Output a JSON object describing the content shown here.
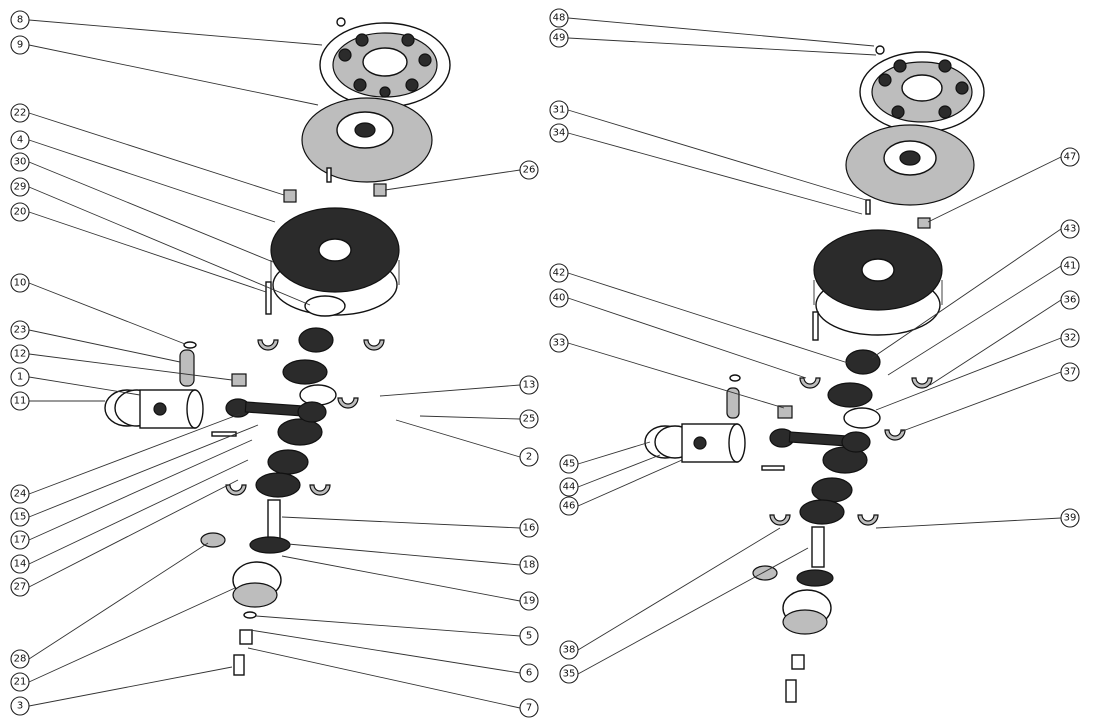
{
  "diagram": {
    "left_callouts": [
      "8",
      "9",
      "22",
      "4",
      "30",
      "29",
      "20",
      "10",
      "23",
      "12",
      "1",
      "11",
      "24",
      "15",
      "17",
      "14",
      "27",
      "28",
      "21",
      "3"
    ],
    "left_right_callouts": [
      "26",
      "13",
      "25",
      "2",
      "16",
      "18",
      "19",
      "5",
      "6",
      "7"
    ],
    "right_left_callouts": [
      "48",
      "49",
      "31",
      "34",
      "42",
      "40",
      "33",
      "45",
      "44",
      "46",
      "38",
      "35"
    ],
    "right_right_callouts": [
      "47",
      "43",
      "41",
      "36",
      "32",
      "37",
      "39"
    ]
  }
}
